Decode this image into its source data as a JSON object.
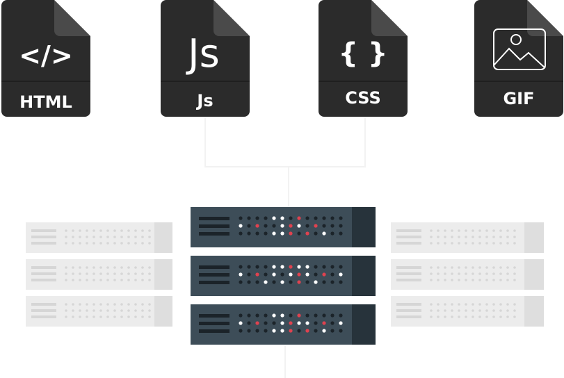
{
  "files": [
    {
      "caption": "HTML",
      "glyph": "</>",
      "icon": "code-brackets-icon"
    },
    {
      "caption": "Js",
      "glyph": "Js",
      "icon": "js-letters-icon"
    },
    {
      "caption": "CSS",
      "glyph": "{ }",
      "icon": "curly-braces-icon"
    },
    {
      "caption": "GIF",
      "glyph": "",
      "icon": "image-picture-icon"
    }
  ],
  "colors": {
    "file_body": "#2b2b2b",
    "file_fold": "#4a4a4a",
    "file_band_divider": "#1f1f1f",
    "server_face": "#3d4d58",
    "server_side": "#27333b",
    "server_slot": "#1b2329",
    "server_led_dark": "#1b2329",
    "server_led_light": "#ffffff",
    "server_led_red": "#e0424f",
    "ghost_face": "#ececec",
    "ghost_side": "#dedede",
    "ghost_detail": "#d6d6d6",
    "connector": "#f2f2f2"
  },
  "servers": {
    "main_units": 3,
    "left_ghost_units": 3,
    "right_ghost_units": 3
  }
}
